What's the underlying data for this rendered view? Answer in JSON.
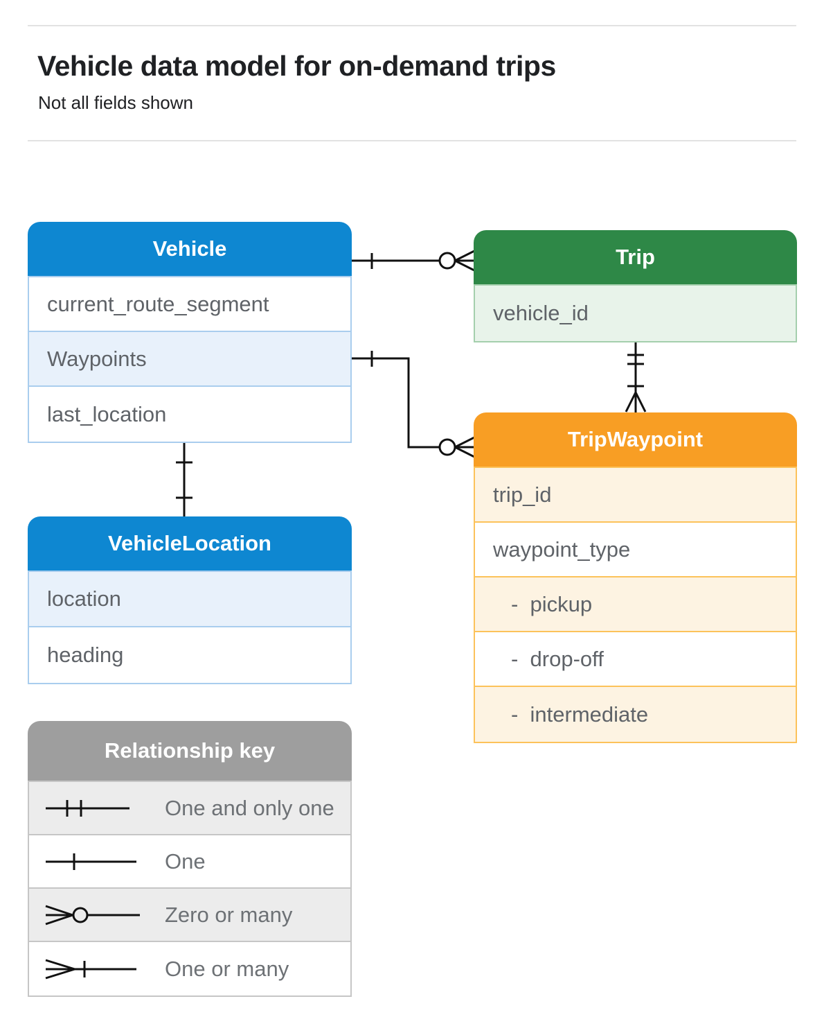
{
  "page": {
    "title": "Vehicle data model for on-demand trips",
    "subtitle": "Not all fields shown"
  },
  "entities": {
    "vehicle": {
      "title": "Vehicle",
      "fields": [
        {
          "label": "current_route_segment",
          "shaded": false
        },
        {
          "label": "Waypoints",
          "shaded": true
        },
        {
          "label": "last_location",
          "shaded": false
        }
      ]
    },
    "trip": {
      "title": "Trip",
      "fields": [
        {
          "label": "vehicle_id",
          "shaded": true
        }
      ]
    },
    "trip_waypoint": {
      "title": "TripWaypoint",
      "fields": [
        {
          "label": "trip_id",
          "shaded": true
        },
        {
          "label": "waypoint_type",
          "shaded": false
        },
        {
          "label": "-  pickup",
          "shaded": true,
          "indent": true
        },
        {
          "label": "-  drop-off",
          "shaded": false,
          "indent": true
        },
        {
          "label": "-  intermediate",
          "shaded": true,
          "indent": true
        }
      ]
    },
    "vehicle_location": {
      "title": "VehicleLocation",
      "fields": [
        {
          "label": "location",
          "shaded": true
        },
        {
          "label": "heading",
          "shaded": false
        }
      ]
    }
  },
  "relationships": [
    {
      "from": "Vehicle",
      "to": "Trip",
      "from_cardinality": "one",
      "to_cardinality": "zero-or-many"
    },
    {
      "from": "Vehicle.Waypoints",
      "to": "TripWaypoint",
      "from_cardinality": "one",
      "to_cardinality": "zero-or-many"
    },
    {
      "from": "Trip",
      "to": "TripWaypoint",
      "from_cardinality": "one-and-only-one",
      "to_cardinality": "one-or-many"
    },
    {
      "from": "Vehicle",
      "to": "VehicleLocation",
      "from_cardinality": "one",
      "to_cardinality": "one"
    }
  ],
  "legend": {
    "title": "Relationship key",
    "items": [
      {
        "symbol": "one-and-only-one",
        "label": "One and only one"
      },
      {
        "symbol": "one",
        "label": "One"
      },
      {
        "symbol": "zero-or-many",
        "label": "Zero or many"
      },
      {
        "symbol": "one-or-many",
        "label": "One or many"
      }
    ]
  },
  "colors": {
    "blue": "#0e87d1",
    "blue_light": "#e8f1fb",
    "blue_border": "#a9cdee",
    "green": "#2e8847",
    "green_light": "#e8f3ea",
    "green_border": "#a4cfad",
    "orange": "#f89e24",
    "orange_light": "#fdf3e2",
    "orange_border": "#fcc25a",
    "gray": "#9e9e9e",
    "gray_light": "#ececec",
    "gray_border": "#c6c6c6",
    "line": "#111111",
    "row_text": "#5f6368",
    "key_text": "#6d7175",
    "title_text": "#1f2124"
  }
}
